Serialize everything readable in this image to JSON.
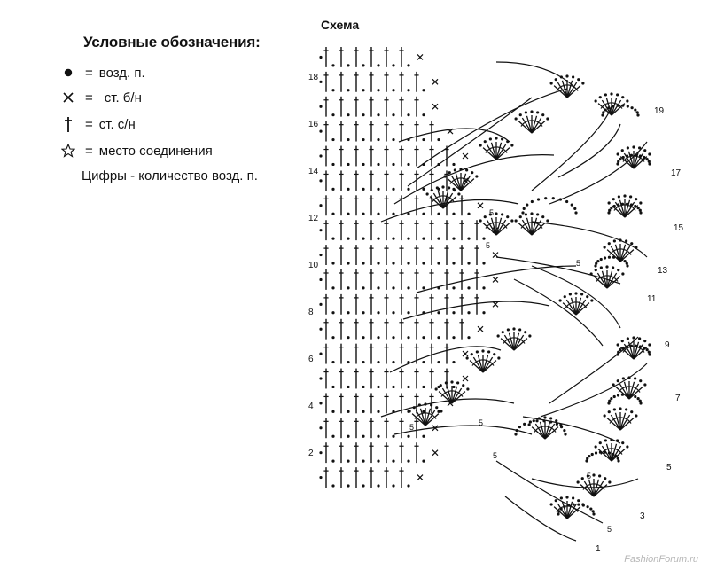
{
  "legend": {
    "title": "Условные обозначения:",
    "items": [
      {
        "icon": "chain-dot-icon",
        "symbol": "•",
        "eq": "=",
        "text": "возд. п."
      },
      {
        "icon": "single-crochet-x-icon",
        "symbol": "×",
        "eq": "=",
        "text": "ст. б/н"
      },
      {
        "icon": "double-crochet-icon",
        "symbol": "†",
        "eq": "=",
        "text": "ст. с/н"
      },
      {
        "icon": "join-star-icon",
        "symbol": "☆",
        "eq": "=",
        "text": "место соединения"
      }
    ],
    "note": "Цифры - количество возд. п."
  },
  "diagram": {
    "title": "Схема",
    "left_row_numbers": [
      "18",
      "16",
      "14",
      "12",
      "10",
      "8",
      "6",
      "4",
      "2"
    ],
    "right_row_numbers": [
      "19",
      "17",
      "15",
      "13",
      "11",
      "9",
      "7",
      "5",
      "3",
      "1"
    ],
    "chain_count_label": "5"
  },
  "watermark": "FashionForum.ru"
}
